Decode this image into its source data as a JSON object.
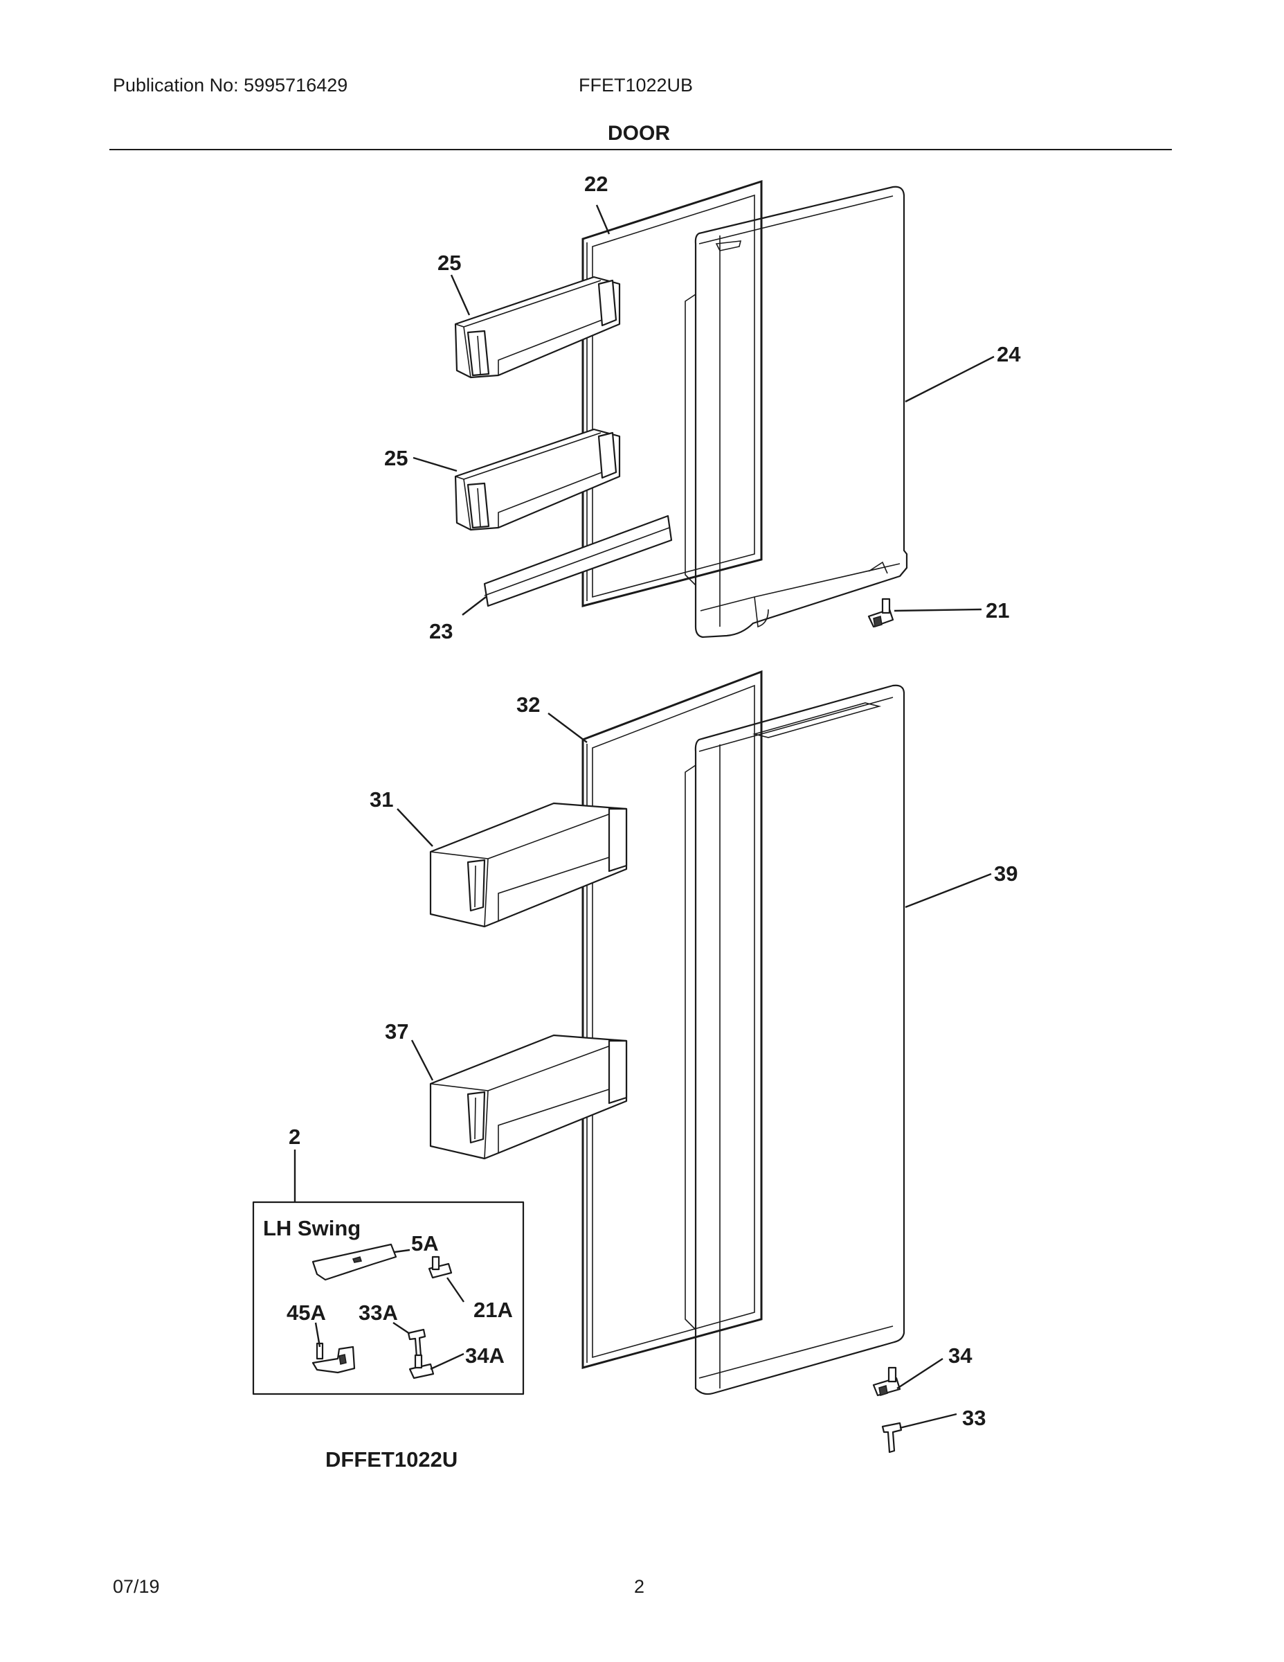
{
  "header": {
    "publication": "Publication No: 5995716429",
    "model": "FFET1022UB",
    "section_title": "DOOR"
  },
  "footer": {
    "date": "07/19",
    "page_number": "2"
  },
  "diagram": {
    "callouts": {
      "c22": "22",
      "c25a": "25",
      "c24": "24",
      "c25b": "25",
      "c23": "23",
      "c21": "21",
      "c32": "32",
      "c31": "31",
      "c39": "39",
      "c37": "37",
      "c2": "2",
      "c34": "34",
      "c33": "33"
    },
    "inset": {
      "title": "LH Swing",
      "c5A": "5A",
      "c21A": "21A",
      "c45A": "45A",
      "c33A": "33A",
      "c34A": "34A"
    },
    "kit_label": "DFFET1022U"
  }
}
